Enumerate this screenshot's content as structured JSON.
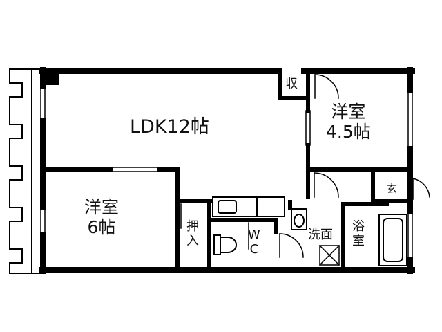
{
  "floor_plan": {
    "rooms": {
      "ldk": "LDK12帖",
      "western_a": {
        "line1": "洋室",
        "line2": "4.5帖"
      },
      "western_b": {
        "line1": "洋室",
        "line2": "6帖"
      },
      "storage": "収",
      "closet": {
        "line1": "押",
        "line2": "入"
      },
      "toilet": {
        "line1": "W",
        "line2": "C"
      },
      "washroom": "洗面",
      "bath": {
        "line1": "浴",
        "line2": "室"
      },
      "entrance": "玄"
    },
    "colors": {
      "wall": "#000000",
      "fixture": "#000000",
      "background": "#ffffff"
    }
  }
}
